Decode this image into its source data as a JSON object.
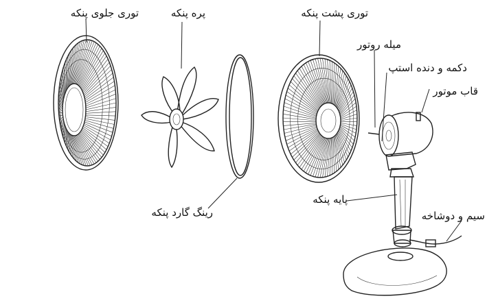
{
  "labels": {
    "front_grill": "توری جلوی پنکه",
    "blade": "پره پنکه",
    "back_grill": "توری پشت پنکه",
    "rotor_shaft": "میله روتور",
    "stop_button": "دکمه و دنده استپ",
    "motor_housing": "قاب موتور",
    "guard_ring": "رینگ گارد پنکه",
    "fan_stand": "پایه پنکه",
    "cord_plug": "سیم و دوشاخه"
  }
}
